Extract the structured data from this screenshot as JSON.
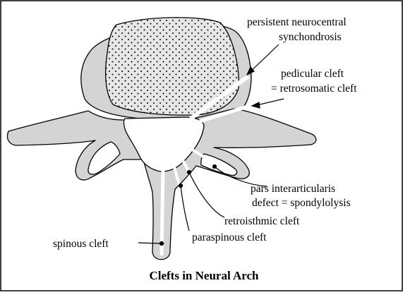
{
  "caption": "Clefts in Neural Arch",
  "labels": {
    "neurocentral_line1": "persistent neurocentral",
    "neurocentral_line2": "synchondrosis",
    "pedicular_line1": "pedicular cleft",
    "pedicular_line2": "= retrosomatic cleft",
    "pars_line1": "pars interarticularis",
    "pars_line2": "defect = spondylolysis",
    "retroisthmic": "retroisthmic cleft",
    "paraspinous": "paraspinous cleft",
    "spinous": "spinous cleft"
  },
  "colors": {
    "bone": "#d4d4d4",
    "outline": "#000000",
    "cleft": "#ffffff",
    "background": "#ffffff",
    "dots": "#000000"
  }
}
